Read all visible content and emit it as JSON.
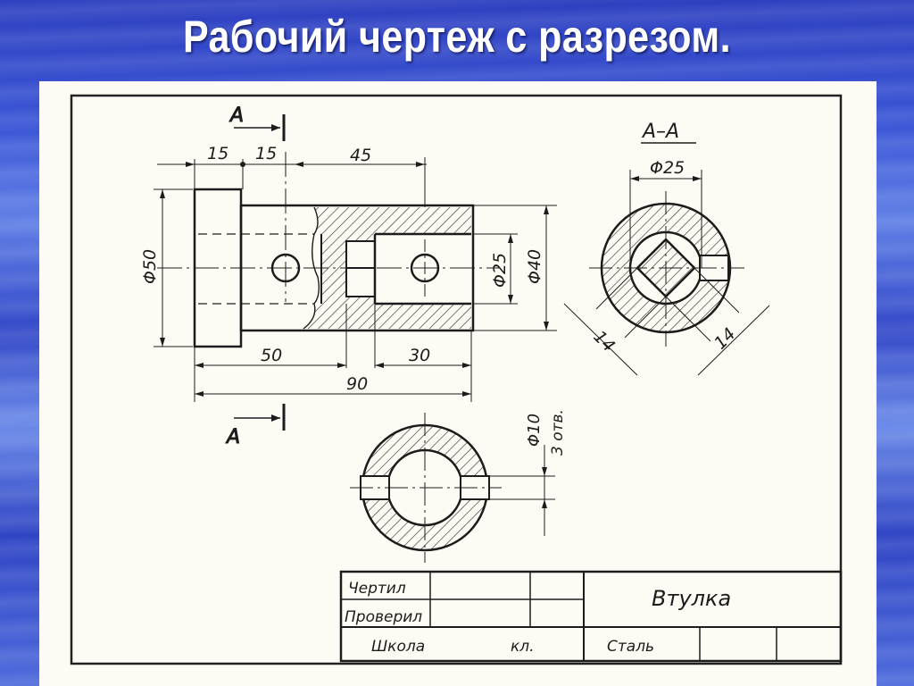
{
  "title": "Рабочий чертеж с разрезом.",
  "drawing": {
    "section_label": "А",
    "section_title": "А–А",
    "dims": {
      "d15_left": "15",
      "d15_right": "15",
      "d45": "45",
      "dia50": "Φ50",
      "dia25_front": "Φ25",
      "dia40": "Φ40",
      "d50": "50",
      "d30": "30",
      "d90": "90",
      "dia25_section": "Φ25",
      "s14_left": "14",
      "s14_right": "14",
      "dia10": "Φ10",
      "holes": "3 отв."
    }
  },
  "title_block": {
    "drew": "Чертил",
    "checked": "Проверил",
    "school": "Школа",
    "class": "кл.",
    "part_name": "Втулка",
    "material": "Сталь"
  }
}
